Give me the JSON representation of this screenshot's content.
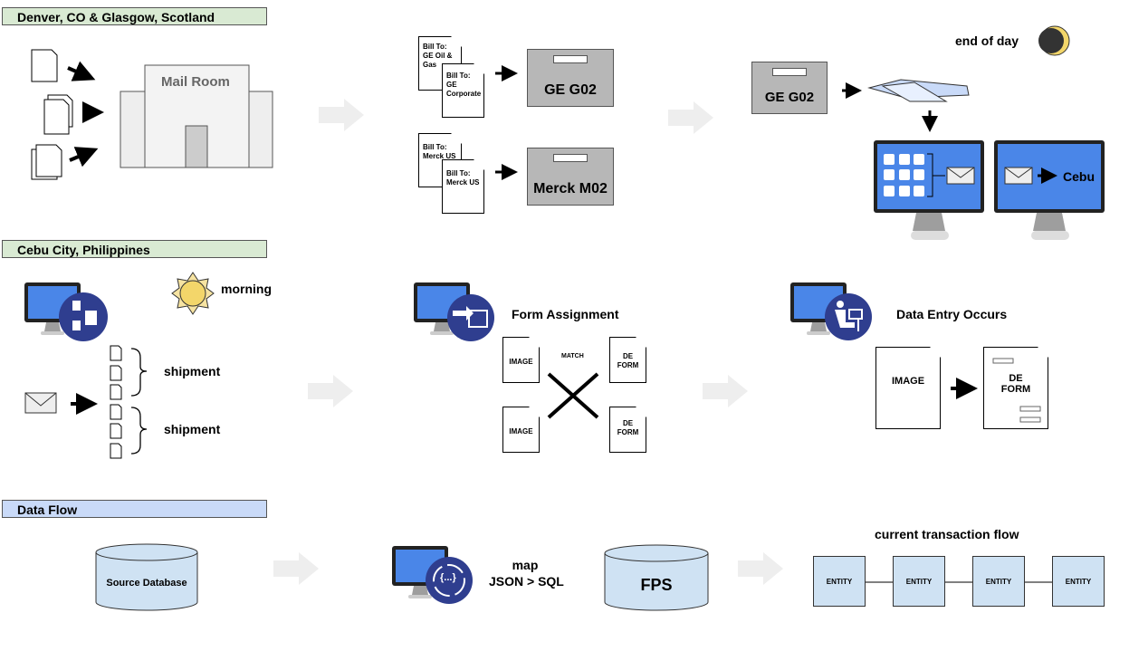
{
  "sections": {
    "denver": "Denver, CO & Glasgow, Scotland",
    "cebu": "Cebu City, Philippines",
    "dataflow": "Data Flow"
  },
  "row1": {
    "mailroom": "Mail Room",
    "docs": [
      {
        "line1": "Bill To:",
        "line2": "GE Oil &",
        "line3": "Gas"
      },
      {
        "line1": "Bill To:",
        "line2": "GE",
        "line3": "Corporate"
      },
      {
        "line1": "Bill To:",
        "line2": "Merck US",
        "line3": ""
      },
      {
        "line1": "Bill To:",
        "line2": "Merck US",
        "line3": ""
      }
    ],
    "tray_ge": "GE G02",
    "tray_merck": "Merck M02",
    "tray_ge_eod": "GE G02",
    "end_of_day": "end of day",
    "cebu_dest": "Cebu"
  },
  "row2": {
    "morning": "morning",
    "shipment1": "shipment",
    "shipment2": "shipment",
    "form_assignment": "Form Assignment",
    "match": "MATCH",
    "image1": "IMAGE",
    "image2": "IMAGE",
    "deform1a": "DE",
    "deform1b": "FORM",
    "deform2a": "DE",
    "deform2b": "FORM",
    "data_entry": "Data Entry Occurs",
    "image3": "IMAGE",
    "deform3a": "DE",
    "deform3b": "FORM"
  },
  "row3": {
    "source_db": "Source Database",
    "map_line1": "map",
    "map_line2": "JSON > SQL",
    "fps": "FPS",
    "flow_title": "current transaction flow",
    "entities": [
      "ENTITY",
      "ENTITY",
      "ENTITY",
      "ENTITY"
    ],
    "code_icon_text": "{...}"
  },
  "colors": {
    "section_green": "#d9ead3",
    "section_blue": "#c9daf8",
    "monitor_blue": "#4a86e8",
    "icon_navy": "#2f3e8f",
    "db_fill": "#cfe2f3",
    "tray_gray": "#b7b7b7"
  }
}
